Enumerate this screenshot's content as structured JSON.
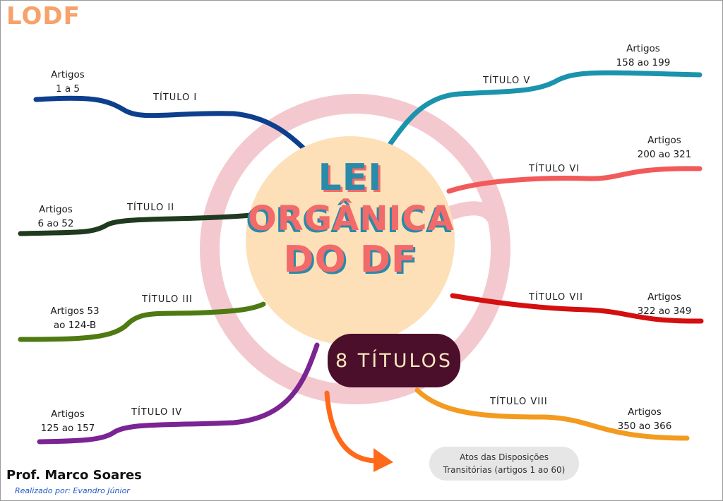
{
  "brand": "LODF",
  "center": {
    "line1": "LEI",
    "line2": "ORGÂNICA",
    "line3": "DO DF"
  },
  "count_badge": "8 TÍTULOS",
  "branches": [
    {
      "title": "TÍTULO I",
      "articles_line1": "Artigos",
      "articles_line2": "1 a 5",
      "color": "#0d3f8e"
    },
    {
      "title": "TÍTULO II",
      "articles_line1": "Artigos",
      "articles_line2": "6 ao 52",
      "color": "#1f3a1f"
    },
    {
      "title": "TÍTULO III",
      "articles_line1": "Artigos 53",
      "articles_line2": "ao 124-B",
      "color": "#4f7a12"
    },
    {
      "title": "TÍTULO IV",
      "articles_line1": "Artigos",
      "articles_line2": "125 ao 157",
      "color": "#7b2493"
    },
    {
      "title": "TÍTULO V",
      "articles_line1": "Artigos",
      "articles_line2": "158 ao 199",
      "color": "#1a93ad"
    },
    {
      "title": "TÍTULO VI",
      "articles_line1": "Artigos",
      "articles_line2": "200 ao 321",
      "color": "#f25a5a"
    },
    {
      "title": "TÍTULO VII",
      "articles_line1": "Artigos",
      "articles_line2": "322 ao 349",
      "color": "#d40f10"
    },
    {
      "title": "TÍTULO VIII",
      "articles_line1": "Artigos",
      "articles_line2": "350 ao 366",
      "color": "#f39b1f"
    }
  ],
  "note": {
    "line1": "Atos das Disposições",
    "line2": "Transitórias (artigos 1 ao 60)"
  },
  "author": "Prof. Marco Soares",
  "credit": "Realizado por: Evandro Júnior",
  "colors": {
    "ring": "#f3c9cf",
    "center_fill": "#fde0b8",
    "title_teal": "#2a8aa8",
    "title_coral": "#f26a6a",
    "badge": "#4b0f2b",
    "arrow": "#ff6a1a"
  }
}
